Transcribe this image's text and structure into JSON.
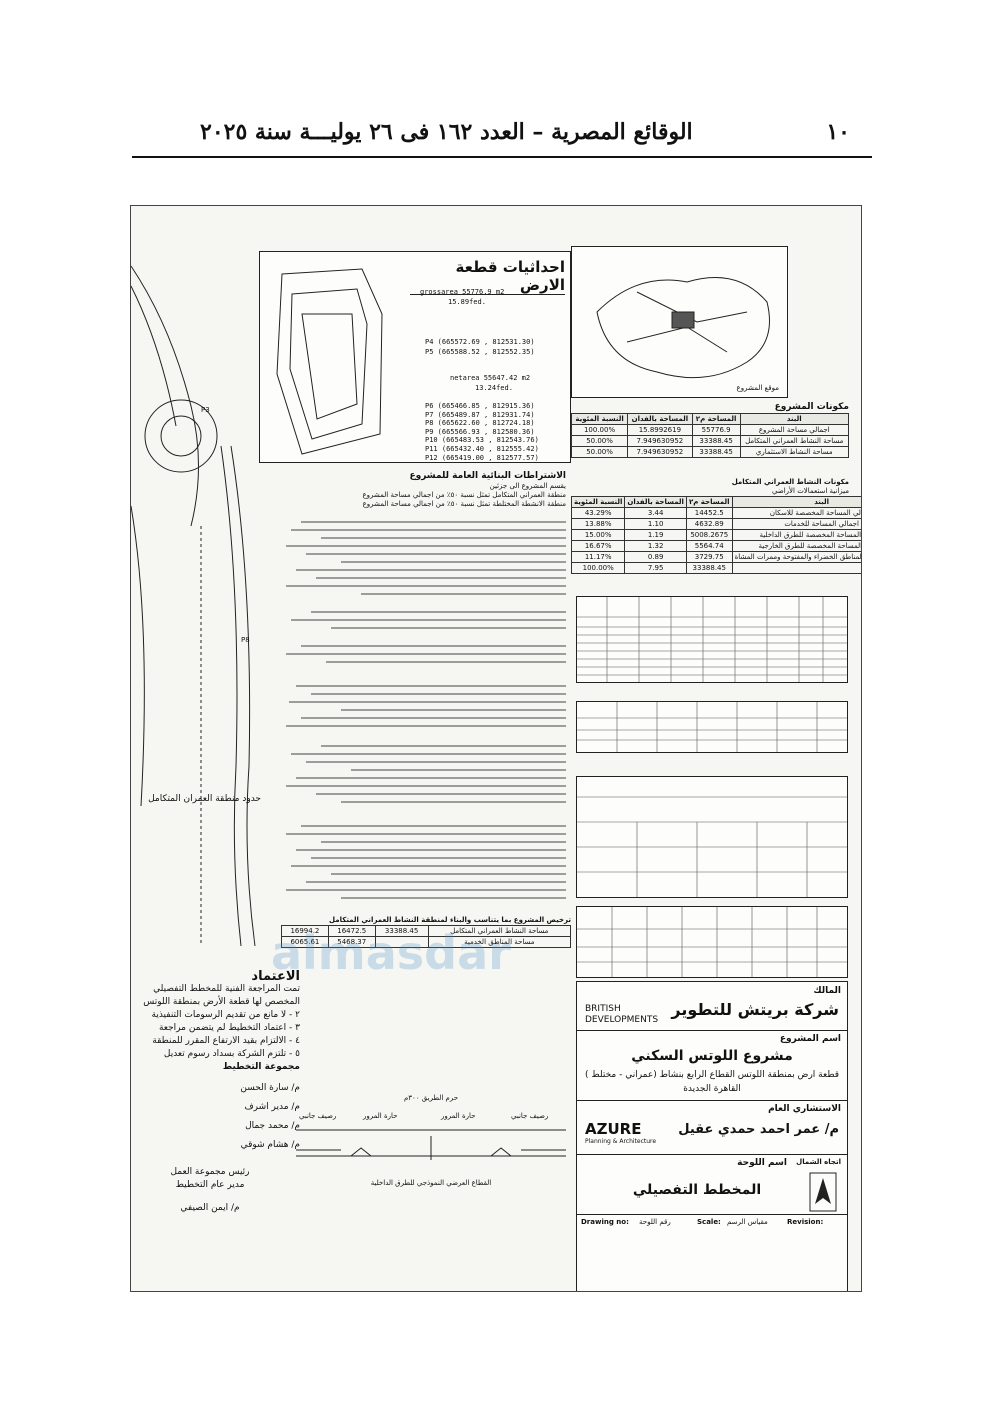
{
  "header": {
    "page_number": "١٠",
    "title": "الوقائع المصرية – العدد ١٦٢ فى ٢٦ يوليـــة سنة ٢٠٢٥"
  },
  "coords": {
    "title": "احداثيات قطعة الارض",
    "gross_area": "grossarea 55776.9 m2",
    "gross_fed": "15.89fed.",
    "p4": "P4 (665572.69 , 812531.30)",
    "p5": "P5 (665588.52 , 812552.35)",
    "net_area": "netarea 55647.42 m2",
    "net_fed": "13.24fed.",
    "points": [
      "P6 (665466.85 , 812915.36)",
      "P7 (665489.87 , 812931.74)",
      "P8 (665622.60 , 812724.18)",
      "P9 (665566.93 , 812580.36)",
      "P10 (665483.53 , 812543.76)",
      "P11 (665432.40 , 812555.42)",
      "P12 (665419.00 , 812577.57)"
    ],
    "p3_label": "P3",
    "p8_label": "P8"
  },
  "location": {
    "label": "موقع المشروع"
  },
  "components": {
    "title": "مكونات المشروع",
    "headers": [
      "البند",
      "المساحة م٢",
      "المساحة بالفدان",
      "النسبة المئوية"
    ],
    "rows": [
      [
        "اجمالي مساحة المشروع",
        "55776.9",
        "15.8992619",
        "100.00%"
      ],
      [
        "مساحة النشاط العمراني المتكامل",
        "33388.45",
        "7.949630952",
        "50.00%"
      ],
      [
        "مساحة النشاط الاستثماري",
        "33388.45",
        "7.949630952",
        "50.00%"
      ]
    ]
  },
  "land_use": {
    "title": "مكونات النشاط العمراني المتكامل",
    "subtitle": "ميزانية استعمالات الأراضي",
    "headers": [
      "البند",
      "المساحة م٢",
      "المساحة بالفدان",
      "النسبة المئوية"
    ],
    "rows": [
      [
        "اجمالي المساحة المخصصة للاسكان",
        "14452.5",
        "3.44",
        "43.29%"
      ],
      [
        "اجمالي المساحة للخدمات",
        "4632.89",
        "1.10",
        "13.88%"
      ],
      [
        "اجمالي المساحة المخصصة للطرق الداخلية",
        "5008.2675",
        "1.19",
        "15.00%"
      ],
      [
        "اجمالي المساحة المخصصة للطرق الخارجية",
        "5564.74",
        "1.32",
        "16.67%"
      ],
      [
        "اجمالي مساحة المناطق الخضراء والمفتوحة وممرات المشاة",
        "3729.75",
        "0.89",
        "11.17%"
      ],
      [
        "",
        "33388.45",
        "7.95",
        "100.00%"
      ]
    ]
  },
  "notes_heading": "الاشتراطات البنائية العامة للمشروع",
  "notes_lines": [
    "يقسم المشروع الى جزئين",
    "منطقة العمراني المتكامل تمثل نسبة ٥٠٪ من اجمالي مساحة المشروع",
    "منطقة الانشطة المختلطة تمثل نسبة ٥٠٪ من اجمالي مساحة المشروع"
  ],
  "left_label": "حدود منطقة العمران المتكامل",
  "approval": {
    "title": "الاعتماد",
    "lines": [
      "تمت المراجعة الفنية للمخطط التفصيلي",
      "المخصص لها قطعة الأرض بمنطقة اللوتس",
      "٢ - لا مانع من تقديم الرسومات التنفيذية",
      "٣ - اعتماد التخطيط لم يتضمن مراجعة",
      "٤ - الالتزام بقيد الارتفاع المقرر للمنطقة",
      "٥ - تلتزم الشركة بسداد رسوم تعديل",
      "مجموعة التخطيط"
    ],
    "signatures": [
      "م/ سارة الحسن",
      "م/ مدير اشرف",
      "م/ محمد جمال",
      "م/ هشام شوقي"
    ],
    "head": "رئيس مجموعة العمل",
    "head_title": "مدير عام التخطيط",
    "final": "م/ ايمن الصيفي"
  },
  "section": {
    "label": "حرم الطريق ٣٠٠م",
    "caption": "القطاع العرضي النموذجي للطرق الداخلية",
    "labels": [
      "رصيف جانبي",
      "حارة المرور",
      "حارة المرور",
      "رصيف جانبي"
    ]
  },
  "bottom_table": {
    "title": "ترخيص المشروع بما يتناسب والبناء لمنطقة النشاط العمراني المتكامل",
    "rows": [
      [
        "مساحة النشاط العمراني المتكامل",
        "33388.45",
        "16472.5",
        "16994.2"
      ],
      [
        "مساحة المناطق الخدمية",
        "",
        "5468.37",
        "6065.61"
      ]
    ]
  },
  "title_block": {
    "owner_label": "المالك",
    "company_ar": "شركة بريتش للتطوير",
    "company_en_1": "BRITISH",
    "company_en_2": "DEVELOPMENTS",
    "project_label": "اسم المشروع",
    "project_name": "مشروع اللوتس السكني",
    "project_desc": "قطعة ارض بمنطقة اللوتس القطاع الرابع بنشاط (عمراني - مختلط )",
    "project_city": "القاهرة الجديدة",
    "consultant_label": "الاستشاري العام",
    "consultant_name": "م/ عمر احمد حمدي عقيل",
    "consultant_brand": "AZURE",
    "consultant_sub": "Planning & Architecture",
    "sheet_label": "اسم اللوحة",
    "sheet_name": "المخطط التفصيلي",
    "north_label": "اتجاه الشمال",
    "drawing_no": "Drawing no:",
    "drawing_no_ar": "رقم اللوحة",
    "scale": "Scale:",
    "scale_ar": "مقياس الرسم",
    "revision": "Revision:"
  },
  "watermark": {
    "text": "almasdar"
  }
}
